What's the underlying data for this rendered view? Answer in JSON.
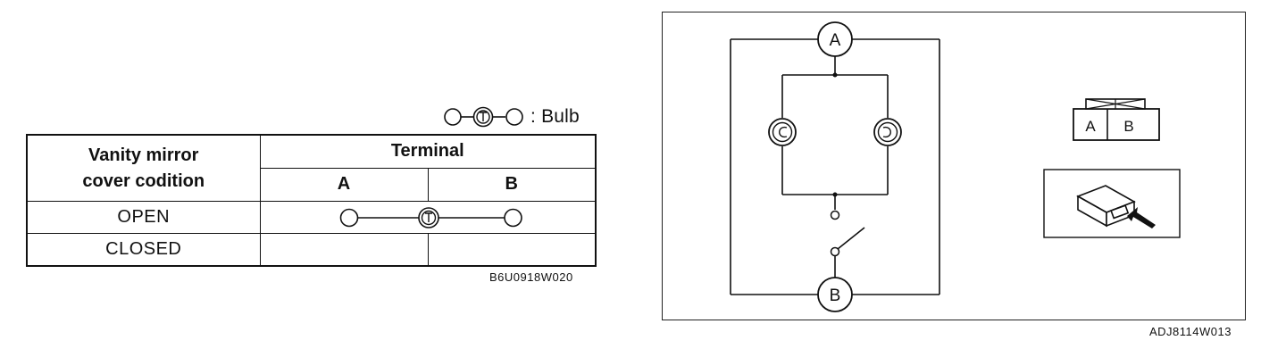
{
  "legend": {
    "label": ": Bulb"
  },
  "table": {
    "condition_header": "Vanity mirror cover codition",
    "condition_header_line1": "Vanity mirror",
    "condition_header_line2": "cover codition",
    "terminal_header": "Terminal",
    "terminal_a": "A",
    "terminal_b": "B",
    "rows": [
      {
        "state": "OPEN",
        "continuity": true
      },
      {
        "state": "CLOSED",
        "continuity": false
      }
    ]
  },
  "left_code": "B6U0918W020",
  "diagram": {
    "terminal_a": "A",
    "terminal_b": "B",
    "connector_a": "A",
    "connector_b": "B"
  },
  "right_code": "ADJ8114W013"
}
